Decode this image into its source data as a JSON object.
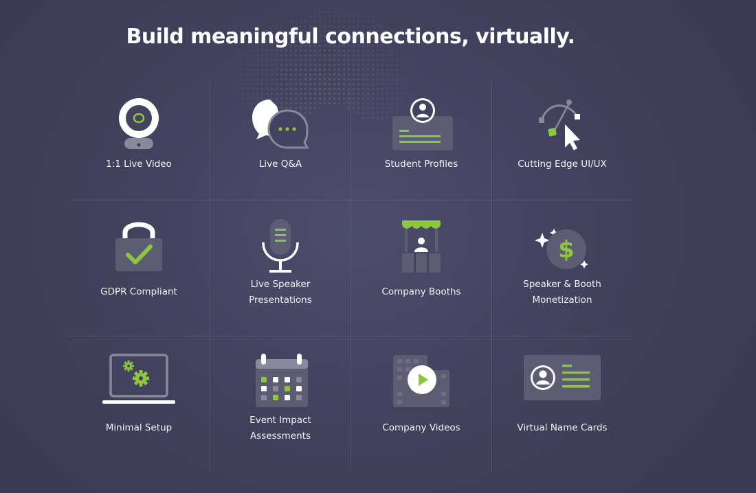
{
  "heading": "Build meaningful connections, virtually.",
  "colors": {
    "accent": "#8dc63f",
    "icon_gray": "#8a899c",
    "icon_dark": "#5d5c72",
    "background": "#44435f"
  },
  "features": [
    {
      "label": "1:1 Live Video",
      "icon": "webcam-icon"
    },
    {
      "label": "Live Q&A",
      "icon": "chat-bubbles-icon"
    },
    {
      "label": "Student Profiles",
      "icon": "profile-card-icon"
    },
    {
      "label": "Cutting Edge UI/UX",
      "icon": "vector-pen-cursor-icon"
    },
    {
      "label": "GDPR Compliant",
      "icon": "padlock-check-icon"
    },
    {
      "label": "Live Speaker Presentations",
      "icon": "microphone-icon"
    },
    {
      "label": "Company Booths",
      "icon": "booth-icon"
    },
    {
      "label": "Speaker & Booth Monetization",
      "icon": "dollar-coin-icon"
    },
    {
      "label": "Minimal Setup",
      "icon": "laptop-gears-icon"
    },
    {
      "label": "Event Impact Assessments",
      "icon": "calendar-icon"
    },
    {
      "label": "Company Videos",
      "icon": "video-play-icon"
    },
    {
      "label": "Virtual Name Cards",
      "icon": "name-card-icon"
    }
  ]
}
